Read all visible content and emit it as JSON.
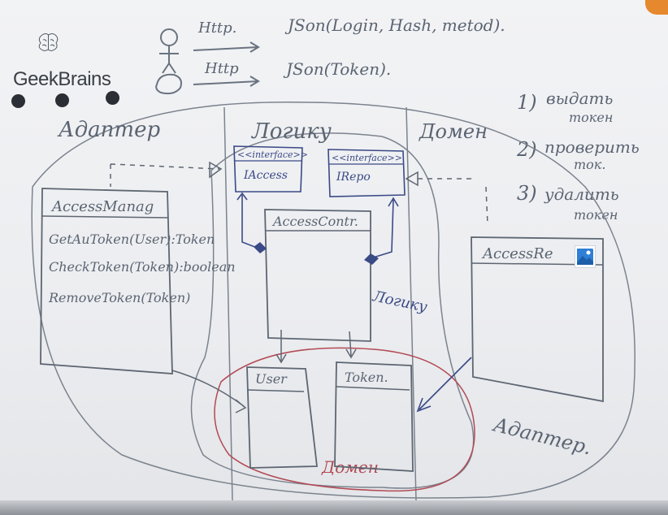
{
  "logo": {
    "text": "GeekBrains"
  },
  "top_notes": [
    {
      "protocol": "Http.",
      "payload": "JSon(Login, Hash, metod)."
    },
    {
      "protocol": "Http",
      "payload": "JSon(Token)."
    }
  ],
  "checklist": [
    {
      "num": "1)",
      "line1": "выдать",
      "line2": "токен"
    },
    {
      "num": "2)",
      "line1": "проверить",
      "line2": "ток."
    },
    {
      "num": "3)",
      "line1": "удалить",
      "line2": "токен"
    }
  ],
  "layers": {
    "adapter_left": "Адаптер",
    "logic": "Логику",
    "domain": "Домен",
    "adapter_right": "Адаптер.",
    "logic_small": "Логику"
  },
  "boxes": {
    "access_manager": {
      "title": "AccessManag",
      "methods": [
        "GetAuToken(User):Token",
        "CheckToken(Token):boolean",
        "RemoveToken(Token)"
      ]
    },
    "iaccess": {
      "stereotype": "<<interface>>",
      "name": "IAccess"
    },
    "irepo": {
      "stereotype": "<<interface>>",
      "name": "IRepo"
    },
    "access_contr": {
      "title": "AccessContr."
    },
    "access_repo": {
      "title": "AccessRe"
    },
    "user": {
      "title": "User"
    },
    "token": {
      "title": "Token."
    }
  },
  "domain_label": "Домен",
  "colors": {
    "board": "#eceef1",
    "ink_gray": "#5a6472",
    "ink_blue": "#3a4a86",
    "ink_red": "#b24a55",
    "marker_orange": "#e6882d"
  }
}
